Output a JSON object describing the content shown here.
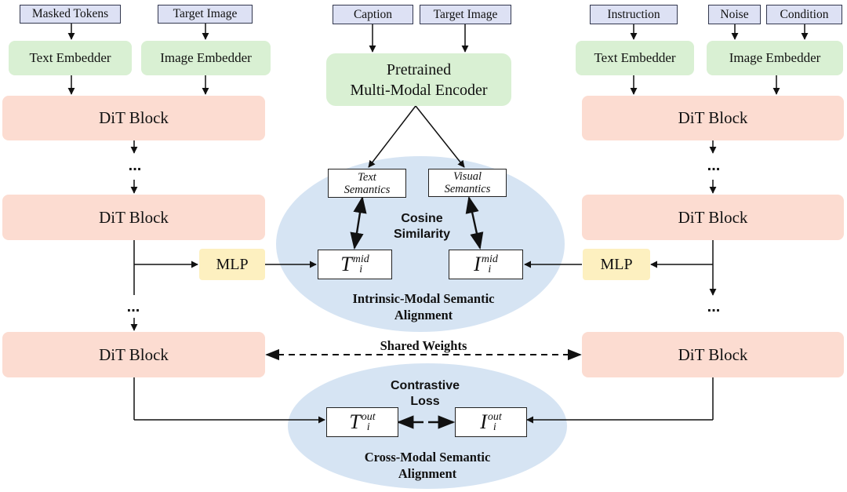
{
  "left_branch": {
    "inputs": [
      "Masked Tokens",
      "Target Image"
    ],
    "embedders": [
      "Text Embedder",
      "Image Embedder"
    ],
    "dit_blocks": [
      "DiT Block",
      "DiT Block",
      "DiT Block"
    ],
    "mlp": "MLP",
    "ellipsis": "..."
  },
  "center": {
    "inputs": [
      "Caption",
      "Target Image"
    ],
    "encoder_line1": "Pretrained",
    "encoder_line2": "Multi-Modal Encoder",
    "text_semantics": [
      "Text",
      "Semantics"
    ],
    "visual_semantics": [
      "Visual",
      "Semantics"
    ],
    "cosine_similarity": [
      "Cosine",
      "Similarity"
    ],
    "t_mid": {
      "base": "T",
      "sub": "i",
      "sup": "mid"
    },
    "i_mid": {
      "base": "I",
      "sub": "i",
      "sup": "mid"
    },
    "intrinsic_alignment": [
      "Intrinsic-Modal Semantic",
      "Alignment"
    ],
    "shared_weights": "Shared Weights",
    "contrastive_loss": [
      "Contrastive",
      "Loss"
    ],
    "t_out": {
      "base": "T",
      "sub": "i",
      "sup": "out"
    },
    "i_out": {
      "base": "I",
      "sub": "i",
      "sup": "out"
    },
    "cross_alignment": [
      "Cross-Modal Semantic",
      "Alignment"
    ]
  },
  "right_branch": {
    "inputs": [
      "Instruction",
      "Noise",
      "Condition"
    ],
    "embedders": [
      "Text Embedder",
      "Image Embedder"
    ],
    "dit_blocks": [
      "DiT Block",
      "DiT Block",
      "DiT Block"
    ],
    "mlp": "MLP",
    "ellipsis": "..."
  },
  "colors": {
    "input_fill": "#dde1f4",
    "embedder_fill": "#d9f0d3",
    "dit_fill": "#fcdcd1",
    "mlp_fill": "#fdf0c0",
    "ellipse_fill": "#d6e4f3"
  }
}
